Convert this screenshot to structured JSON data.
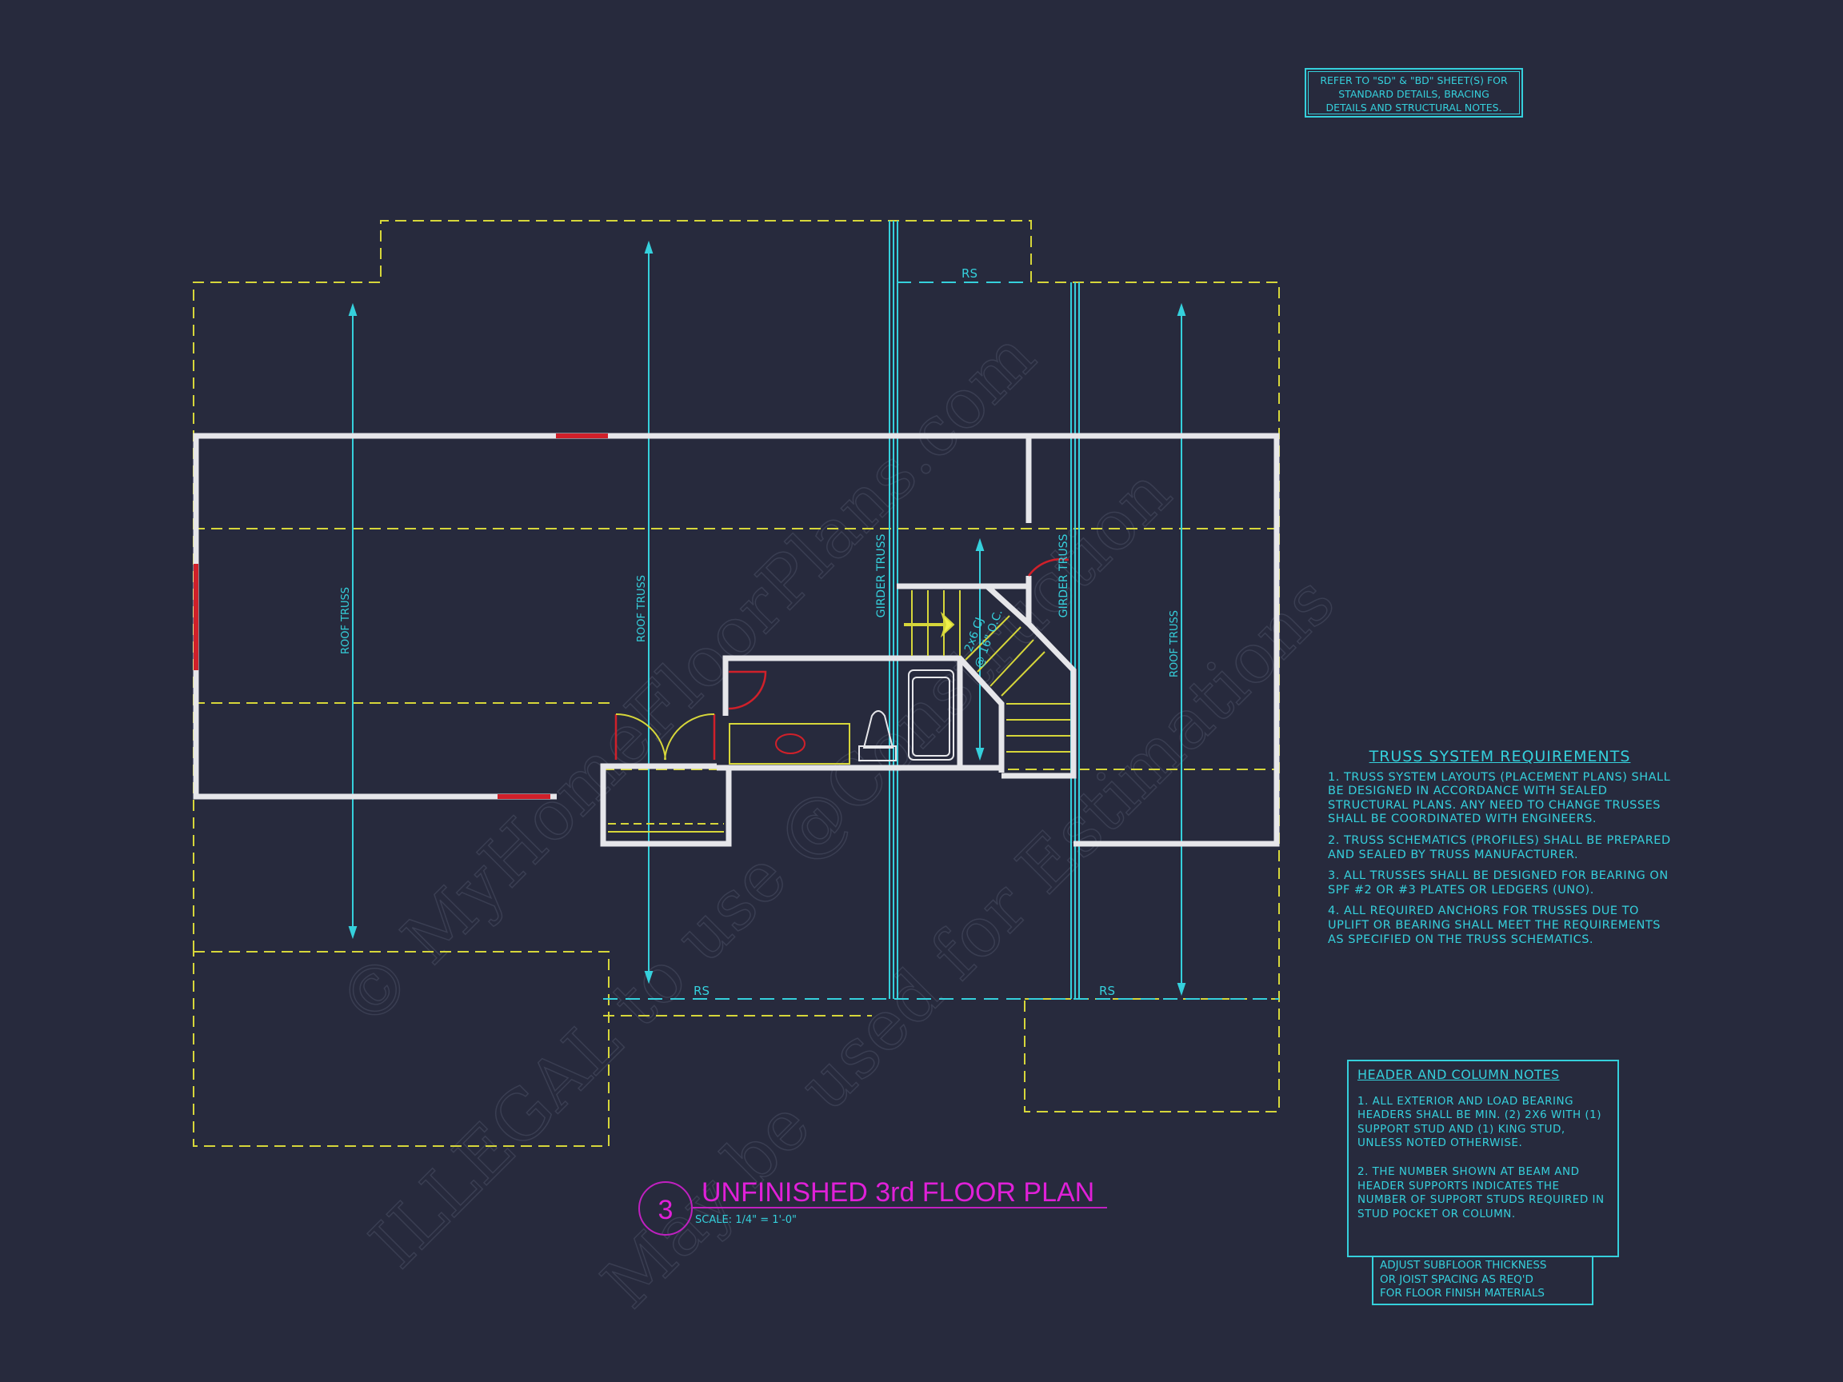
{
  "colors": {
    "background": "#272a3d",
    "wall": "#e6e6ea",
    "dim": "#35d0dc",
    "dashed": "#d6d63a",
    "door": "#d0202a",
    "title": "#e020d8"
  },
  "watermark": [
    "© MyHomeFloorPlans.com",
    "ILLEGAL to use @Construction",
    "May be used for Estimations"
  ],
  "reference_note": [
    "REFER TO \"SD\" & \"BD\" SHEET(S) FOR",
    "STANDARD DETAILS, BRACING",
    "DETAILS AND STRUCTURAL NOTES."
  ],
  "plan_labels": {
    "rs_top": "RS",
    "rs_bottom_left": "RS",
    "rs_bottom_right": "RS",
    "roof_truss": "ROOF TRUSS",
    "girder_truss": "GIRDER TRUSS",
    "ceiling_joist_line1": "2x6 CJ",
    "ceiling_joist_line2": "@ 16\" O.C."
  },
  "title_block": {
    "number": "3",
    "title": "UNFINISHED 3rd FLOOR PLAN",
    "scale": "SCALE: 1/4\" = 1'-0\""
  },
  "truss_notes": {
    "heading": "TRUSS SYSTEM REQUIREMENTS",
    "items": [
      "1. TRUSS SYSTEM LAYOUTS (PLACEMENT PLANS) SHALL BE DESIGNED IN ACCORDANCE WITH SEALED STRUCTURAL PLANS. ANY NEED TO CHANGE TRUSSES SHALL BE COORDINATED WITH ENGINEERS.",
      "2. TRUSS SCHEMATICS (PROFILES) SHALL BE PREPARED AND SEALED BY TRUSS MANUFACTURER.",
      "3. ALL TRUSSES SHALL BE DESIGNED FOR BEARING ON SPF #2 OR #3 PLATES OR LEDGERS (UNO).",
      "4. ALL REQUIRED ANCHORS FOR TRUSSES DUE TO UPLIFT OR BEARING SHALL MEET THE REQUIREMENTS AS SPECIFIED ON THE TRUSS SCHEMATICS."
    ]
  },
  "header_notes": {
    "heading": "HEADER AND COLUMN NOTES",
    "items": [
      "1. ALL EXTERIOR AND LOAD BEARING HEADERS SHALL BE MIN. (2) 2x6 WITH (1) SUPPORT STUD AND (1) KING STUD, UNLESS NOTED OTHERWISE.",
      "2. THE NUMBER SHOWN AT BEAM AND HEADER SUPPORTS INDICATES THE NUMBER OF SUPPORT STUDS REQUIRED IN STUD POCKET OR COLUMN."
    ]
  },
  "subfloor_note": [
    "ADJUST SUBFLOOR THICKNESS",
    "OR JOIST SPACING AS REQ'D",
    "FOR FLOOR FINISH MATERIALS"
  ]
}
